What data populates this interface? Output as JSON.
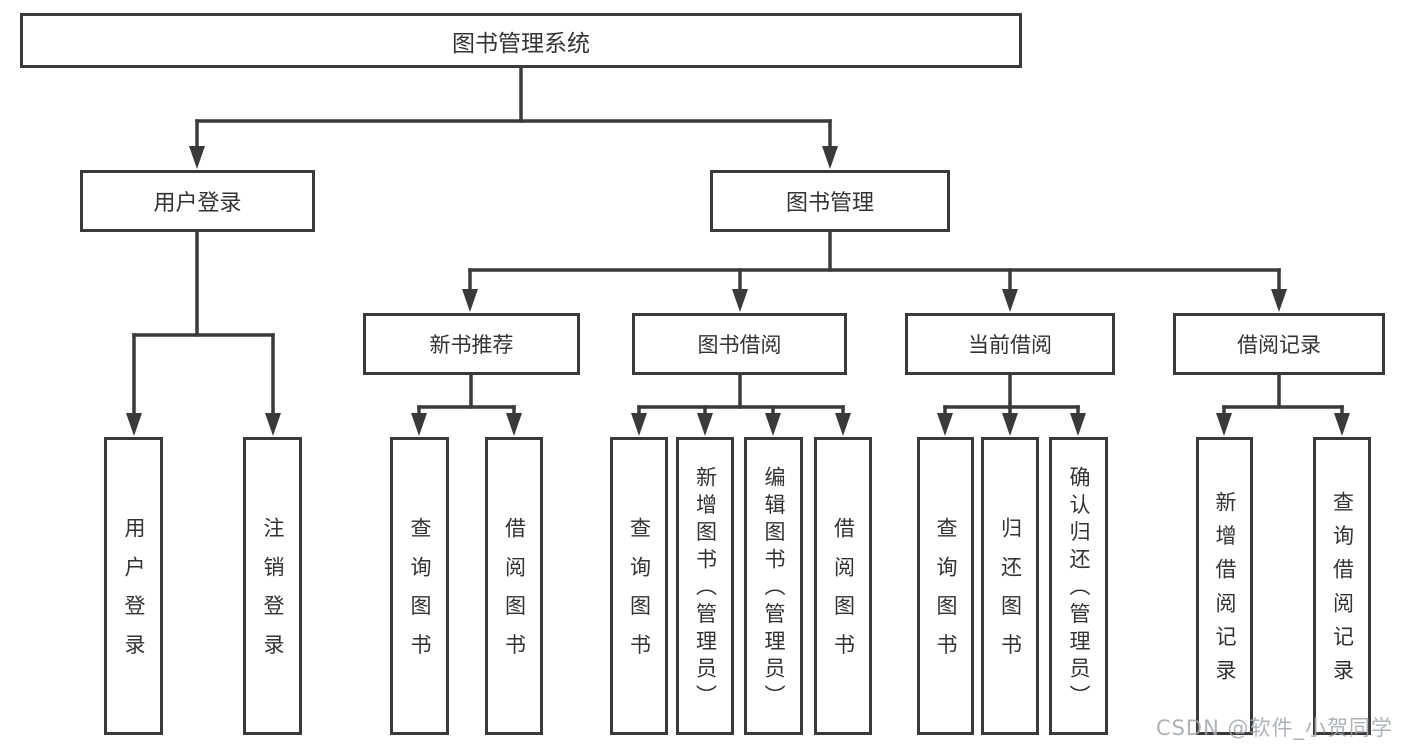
{
  "tree": {
    "root": {
      "label": "图书管理系统"
    },
    "children": [
      {
        "label": "用户登录",
        "children": [
          {
            "label": "用户登录"
          },
          {
            "label": "注销登录"
          }
        ]
      },
      {
        "label": "图书管理",
        "children": [
          {
            "label": "新书推荐",
            "children": [
              {
                "label": "查询图书"
              },
              {
                "label": "借阅图书"
              }
            ]
          },
          {
            "label": "图书借阅",
            "children": [
              {
                "label": "查询图书"
              },
              {
                "label": "新增图书（管理员）"
              },
              {
                "label": "编辑图书（管理员）"
              },
              {
                "label": "借阅图书"
              }
            ]
          },
          {
            "label": "当前借阅",
            "children": [
              {
                "label": "查询图书"
              },
              {
                "label": "归还图书"
              },
              {
                "label": "确认归还（管理员）"
              }
            ]
          },
          {
            "label": "借阅记录",
            "children": [
              {
                "label": "新增借阅记录"
              },
              {
                "label": "查询借阅记录"
              }
            ]
          }
        ]
      }
    ]
  },
  "watermark": "CSDN @软件_小贺同学",
  "colors": {
    "line": "#3a3a3a",
    "text": "#333333",
    "watermark": "#a3a8ae",
    "background": "#ffffff"
  }
}
